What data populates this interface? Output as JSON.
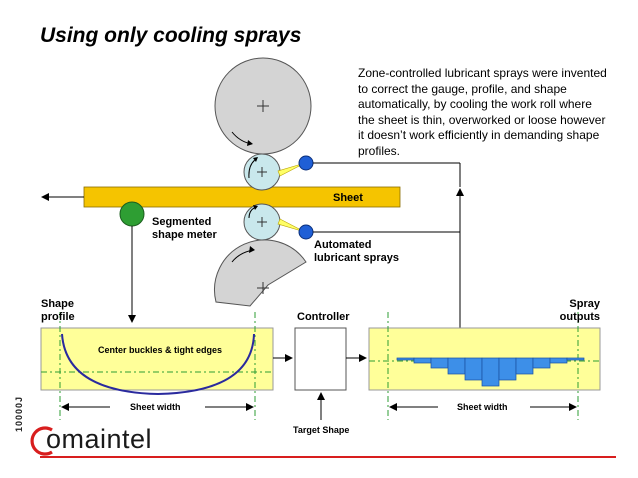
{
  "title": "Using only cooling sprays",
  "description": "Zone-controlled lubricant sprays were invented to correct the gauge, profile, and shape automatically, by cooling the work roll where the sheet is thin, overworked or loose however it doesn’t work efficiently in demanding shape profiles.",
  "labels": {
    "sheet": "Sheet",
    "shape_meter": [
      "Segmented",
      "shape meter"
    ],
    "sprays": [
      "Automated",
      "lubricant sprays"
    ],
    "shape_profile": [
      "Shape",
      "profile"
    ],
    "controller": "Controller",
    "spray_outputs": [
      "Spray",
      "outputs"
    ],
    "center_buckles": "Center buckles & tight edges",
    "sheet_width_left": "Sheet width",
    "sheet_width_right": "Sheet width",
    "target_shape": "Target Shape"
  },
  "logo": {
    "name": "omaintel",
    "side_text": "10000J"
  },
  "colors": {
    "sheet": "#f5c400",
    "panel": "#ffff99",
    "work_roll": "#c9e8ec",
    "backup_roll": "#d4d4d4",
    "meter": "#2e9e33",
    "nozzle": "#1f5fd6",
    "bars": "#3d8fe8",
    "curve": "#2a2a9e",
    "brand_red": "#d81e1e",
    "centerline": "#2e9e33"
  }
}
